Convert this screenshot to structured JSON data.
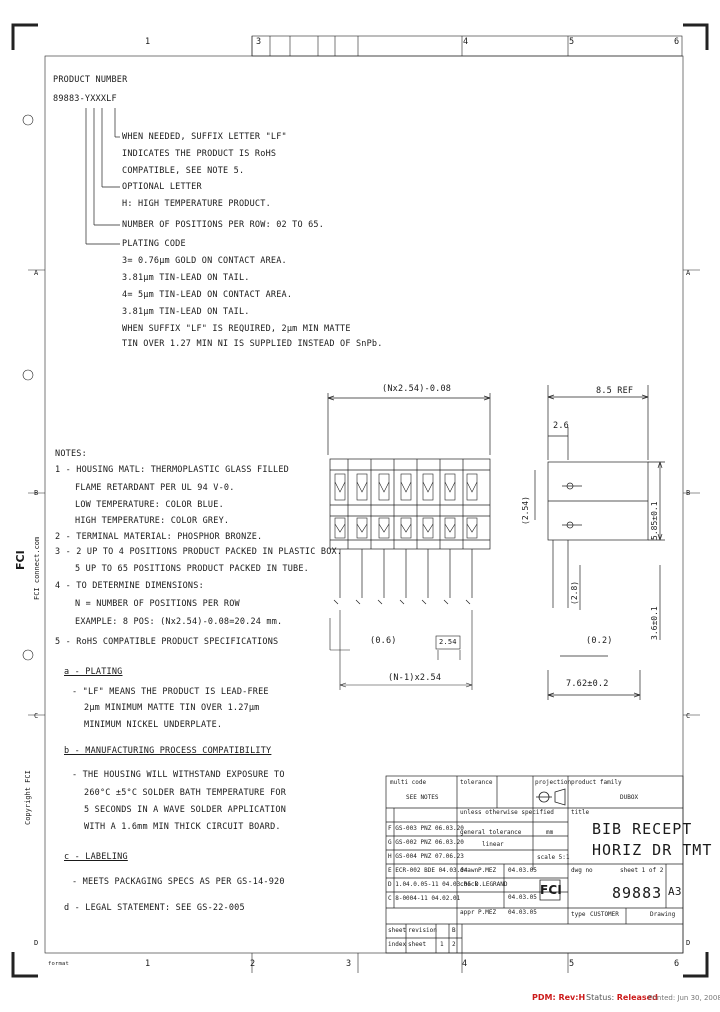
{
  "frame": {
    "top_zones": [
      "1",
      "3",
      "4",
      "5",
      "6"
    ],
    "bottom_zones": [
      "1",
      "2",
      "3",
      "4",
      "5",
      "6"
    ],
    "side_zones": [
      "A",
      "B",
      "C",
      "D"
    ],
    "bottom_left": "format"
  },
  "part_number": {
    "heading": "PRODUCT NUMBER",
    "code": "89883-YXXXLF",
    "items": [
      {
        "lines": [
          "WHEN NEEDED, SUFFIX LETTER \"LF\"",
          "INDICATES THE PRODUCT IS RoHS",
          "COMPATIBLE, SEE NOTE 5."
        ]
      },
      {
        "lines": [
          "OPTIONAL LETTER",
          "H: HIGH TEMPERATURE PRODUCT."
        ]
      },
      {
        "lines": [
          "NUMBER OF POSITIONS PER ROW: 02 TO 65."
        ]
      },
      {
        "lines": [
          "PLATING CODE",
          "3= 0.76µm GOLD ON CONTACT AREA.",
          "3.81µm TIN-LEAD ON TAIL.",
          "4= 5µm TIN-LEAD ON CONTACT AREA.",
          "3.81µm TIN-LEAD ON TAIL.",
          "WHEN SUFFIX \"LF\" IS REQUIRED, 2µm MIN MATTE",
          "TIN OVER 1.27 MIN NI IS SUPPLIED INSTEAD OF SnPb."
        ]
      }
    ]
  },
  "notes": {
    "heading": "NOTES:",
    "lines": [
      "1 - HOUSING MATL: THERMOPLASTIC GLASS FILLED",
      "FLAME RETARDANT PER UL 94 V-0.",
      "LOW TEMPERATURE: COLOR BLUE.",
      "HIGH TEMPERATURE: COLOR GREY.",
      "2 - TERMINAL MATERIAL: PHOSPHOR BRONZE.",
      "3 - 2 UP TO 4 POSITIONS PRODUCT PACKED IN PLASTIC BOX.",
      "5 UP TO 65 POSITIONS PRODUCT PACKED IN TUBE.",
      "4 - TO DETERMINE DIMENSIONS:",
      "N = NUMBER OF POSITIONS PER ROW",
      "EXAMPLE: 8 POS: (Nx2.54)-0.08=20.24 mm.",
      "5 - RoHS COMPATIBLE PRODUCT SPECIFICATIONS",
      "a - PLATING",
      "- \"LF\" MEANS THE PRODUCT IS LEAD-FREE",
      "2µm MINIMUM MATTE TIN OVER 1.27µm",
      "MINIMUM NICKEL UNDERPLATE.",
      "b - MANUFACTURING PROCESS COMPATIBILITY",
      "- THE HOUSING WILL WITHSTAND EXPOSURE TO",
      "260°C ±5°C SOLDER BATH TEMPERATURE FOR",
      "5 SECONDS IN A WAVE SOLDER APPLICATION",
      "WITH A 1.6mm MIN THICK CIRCUIT BOARD.",
      "c - LABELING",
      "- MEETS PACKAGING SPECS AS PER GS-14-920",
      "d - LEGAL STATEMENT: SEE GS-22-005"
    ]
  },
  "dimensions": {
    "overall": "(Nx2.54)-0.08",
    "pitch_total": "(N-1)x2.54",
    "pitch": "2.54",
    "left_offset": "(0.6)",
    "side_ref": "8.5 REF",
    "side_top": "2.6",
    "side_mid": "(2.54)",
    "side_height": "5.85±0.1",
    "side_low": "(2.8)",
    "side_tail": "3.6±0.1",
    "side_offset": "(0.2)",
    "side_bottom": "7.62±0.2"
  },
  "side_labels": {
    "logo": "FCI",
    "website": "FCI connect.com",
    "copyright": "Copyright FCI"
  },
  "title_block": {
    "left_header": [
      "multi code",
      "SEE NOTES"
    ],
    "tolerance_header": [
      "tolerance",
      "unless otherwise specified"
    ],
    "projection": "projection",
    "product_family": [
      "product family",
      "DUBOX"
    ],
    "title_label": "title",
    "title_lines": [
      "BIB RECEPT",
      "HORIZ DR TMT"
    ],
    "revisions": [
      "F GS-003 PNZ 06.03.20",
      "G GS-002 PNZ 06.03.20",
      "H GS-004 PNZ 07.06.23",
      "E ECR-002 BDE 04.03.04",
      "D 1.04.0.05-11 04.03.05",
      "C 8-0004-11 04.02.01"
    ],
    "scale": "scale 5:1",
    "unit": "mm",
    "drawn_by": [
      "drawn",
      "P.MEZ",
      "04.03.05"
    ],
    "checked_by": [
      "check",
      "D.LEGRAND",
      "04.03.05"
    ],
    "approved_by": [
      "appr",
      "P.MEZ",
      "04.03.05"
    ],
    "dwg_no_label": "dwg no",
    "dwg_no": "89883",
    "size": "A3",
    "sheet_label": "sheet 1 of 2",
    "type_row": [
      "type",
      "CUSTOMER",
      "Drawing"
    ],
    "bottom_row": [
      "sheet",
      "revision",
      "B"
    ],
    "index_row": [
      "index",
      "sheet",
      "1",
      "2"
    ],
    "general_tolerance": "general tolerance",
    "linear": "linear"
  },
  "footer": {
    "pdm": "PDM: Rev:H",
    "status_label": "Status:",
    "status": "Released",
    "printed": "Printed: Jun 30, 2008"
  }
}
